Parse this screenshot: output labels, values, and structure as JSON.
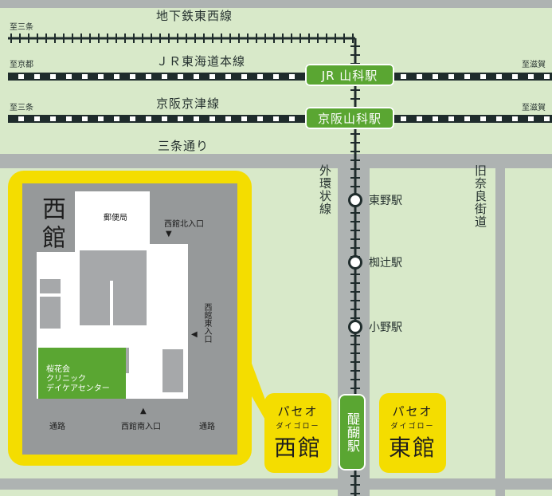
{
  "lines": {
    "subway": "地下鉄東西線",
    "jr": "ＪＲ東海道本線",
    "keihan": "京阪京津線",
    "sanjo_dori": "三条通り",
    "outer_loop": "外環状線",
    "old_nara": "旧奈良街道"
  },
  "directions": {
    "to_sanjo_top": "至三条",
    "to_kyoto": "至京都",
    "to_sanjo_keihan": "至三条",
    "to_shiga_1": "至滋賀",
    "to_shiga_2": "至滋賀"
  },
  "stations": {
    "jr_yamashina": "JR 山科駅",
    "keihan_yamashina": "京阪山科駅",
    "higashino": "東野駅",
    "nagitsuji": "椥辻駅",
    "ono": "小野駅",
    "daigo": "醍醐駅"
  },
  "nishikan_map": {
    "title": "西館",
    "post_office": "郵便局",
    "north_entrance": "西館北入口",
    "east_entrance": "西館東入口",
    "south_entrance": "西館南入口",
    "road_left": "通路",
    "road_right": "通路",
    "clinic": "桜花会\nクリニック\nデイケアセンター"
  },
  "buildings": {
    "west": {
      "top": "パセオ",
      "sub": "ダイゴロー",
      "main": "西館"
    },
    "east": {
      "top": "パセオ",
      "sub": "ダイゴロー",
      "main": "東館"
    }
  },
  "colors": {
    "background": "#d8e9c9",
    "road": "#aeb3b2",
    "station_green": "#5aa632",
    "highlight_yellow": "#f4dd00",
    "inset_bg": "#96999a"
  }
}
